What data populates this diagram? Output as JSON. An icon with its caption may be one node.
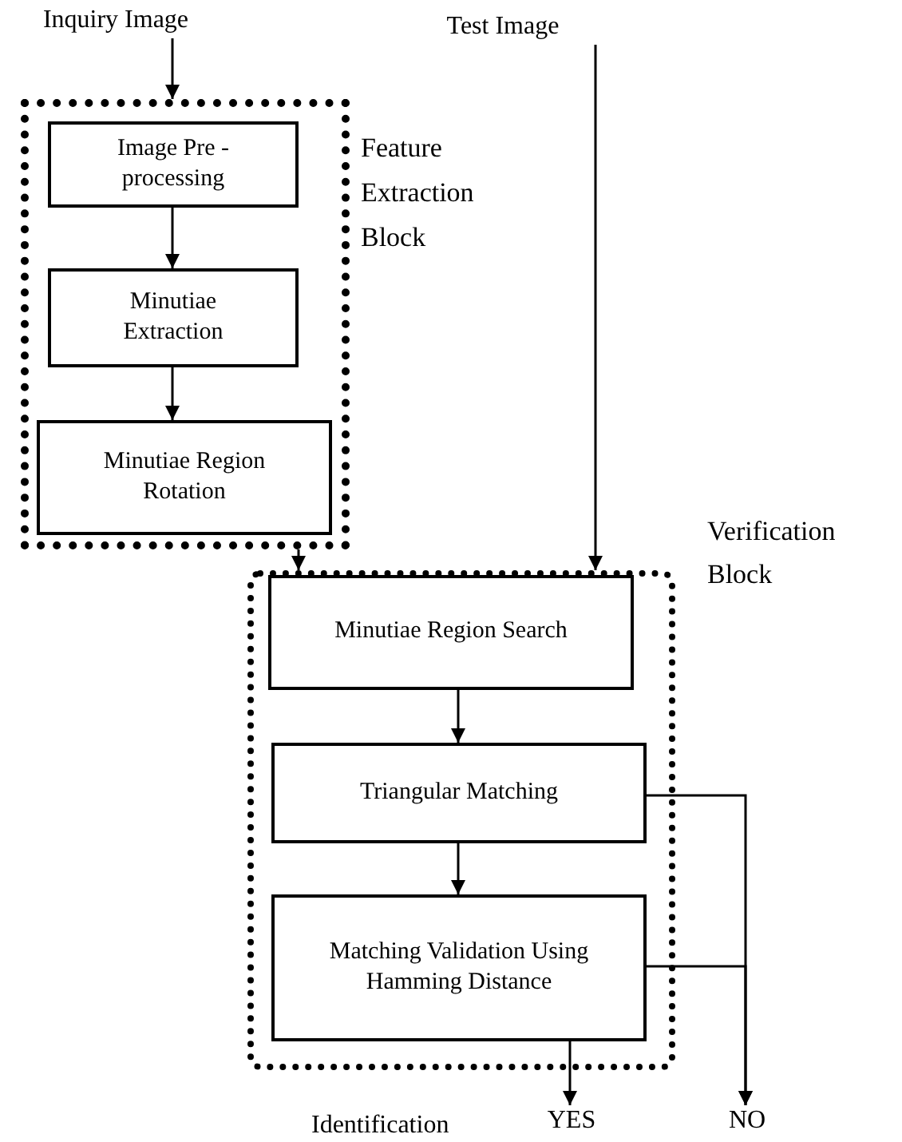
{
  "diagram": {
    "nodes": [
      {
        "text": [
          "Inquiry Image"
        ]
      },
      {
        "text": [
          "Feature Extraction Block"
        ]
      },
      {
        "text": [
          "Image Pre - processing"
        ],
        "in": 1
      },
      {
        "text": [
          "Minutiae Extraction"
        ],
        "in": 1
      },
      {
        "text": [
          "Minutiae Region Rotation"
        ],
        "in": 1
      },
      {
        "text": [
          "Test Image"
        ]
      },
      {
        "text": [
          "Verification Block"
        ]
      },
      {
        "text": [
          "Minutiae Region Search"
        ],
        "in": 6
      },
      {
        "text": [
          "Triangular Matching"
        ],
        "in": 6
      },
      {
        "text": [
          "Matching Validation Using Hamming Distance"
        ],
        "in": 6
      },
      {
        "text": [
          "YES"
        ]
      },
      {
        "text": [
          "NO"
        ]
      }
    ],
    "edges": [
      {
        "from": 0,
        "to": 1,
        "arrow": "to"
      },
      {
        "from": 2,
        "to": 3,
        "arrow": "to"
      },
      {
        "from": 3,
        "to": 4,
        "arrow": "to"
      },
      {
        "from": 1,
        "to": 6,
        "arrow": "to"
      },
      {
        "from": 5,
        "to": 6,
        "arrow": "to"
      },
      {
        "from": 7,
        "to": 8,
        "arrow": "to"
      },
      {
        "from": 8,
        "to": 9,
        "arrow": "to"
      },
      {
        "from": 9,
        "to": 10,
        "arrow": "to"
      },
      {
        "from": 8,
        "to": 11,
        "arrow": "to"
      },
      {
        "from": 9,
        "to": 11,
        "arrow": "to"
      }
    ],
    "labels": [
      "Identification"
    ]
  }
}
